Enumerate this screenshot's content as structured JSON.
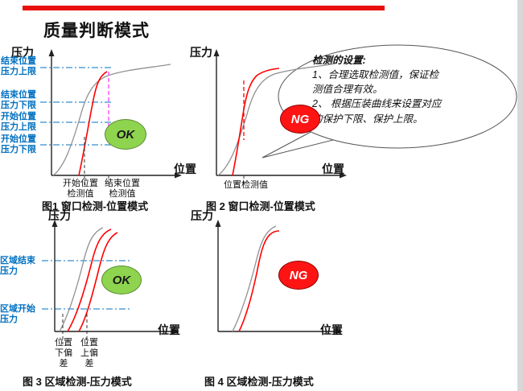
{
  "slide": {
    "title": "质量判断模式"
  },
  "callout": {
    "heading": "检测的设置:",
    "lines": [
      "1、合理选取检测值，保证检",
      "测值合理有效。",
      "2、 根据压装曲线来设置对应",
      "的保护下限、保护上限。"
    ]
  },
  "fig1": {
    "y_axis": "压力",
    "x_axis": "位置",
    "limit_labels": [
      {
        "l1": "结束位置",
        "l2": "压力上限"
      },
      {
        "l1": "结束位置",
        "l2": "压力下限"
      },
      {
        "l1": "开始位置",
        "l2": "压力上限"
      },
      {
        "l1": "开始位置",
        "l2": "压力下限"
      }
    ],
    "bottom_labels": [
      {
        "l1": "开始位置",
        "l2": "检测值"
      },
      {
        "l1": "结束位置",
        "l2": "检测值"
      }
    ],
    "badge": "OK",
    "caption": "图1 窗口检测-位置模式"
  },
  "fig2": {
    "y_axis": "压力",
    "x_axis": "位置",
    "bottom_label": "位置检测值",
    "badge": "NG",
    "caption": "图 2  窗口检测-位置模式"
  },
  "fig3": {
    "y_axis": "压力",
    "x_axis": "位置",
    "limit_labels": [
      {
        "l1": "区域结束",
        "l2": "压力"
      },
      {
        "l1": "区域开始",
        "l2": "压力"
      }
    ],
    "bottom_labels": [
      {
        "l1": "位置",
        "l2": "下偏",
        "l3": "差"
      },
      {
        "l1": "位置",
        "l2": "上偏",
        "l3": "差"
      }
    ],
    "badge": "OK",
    "caption": "图 3  区域检测-压力模式"
  },
  "fig4": {
    "y_axis": "压力",
    "x_axis": "位置",
    "badge": "NG",
    "caption": "图 4  区域检测-压力模式"
  },
  "colors": {
    "accent_bar": "#e8100c",
    "label_blue": "#0070c0",
    "ok_green": "#8ed44e",
    "ng_red": "#ff1414",
    "curve_gray": "#909090",
    "curve_red": "#ff0000",
    "curve_magenta": "#ff4dff"
  }
}
